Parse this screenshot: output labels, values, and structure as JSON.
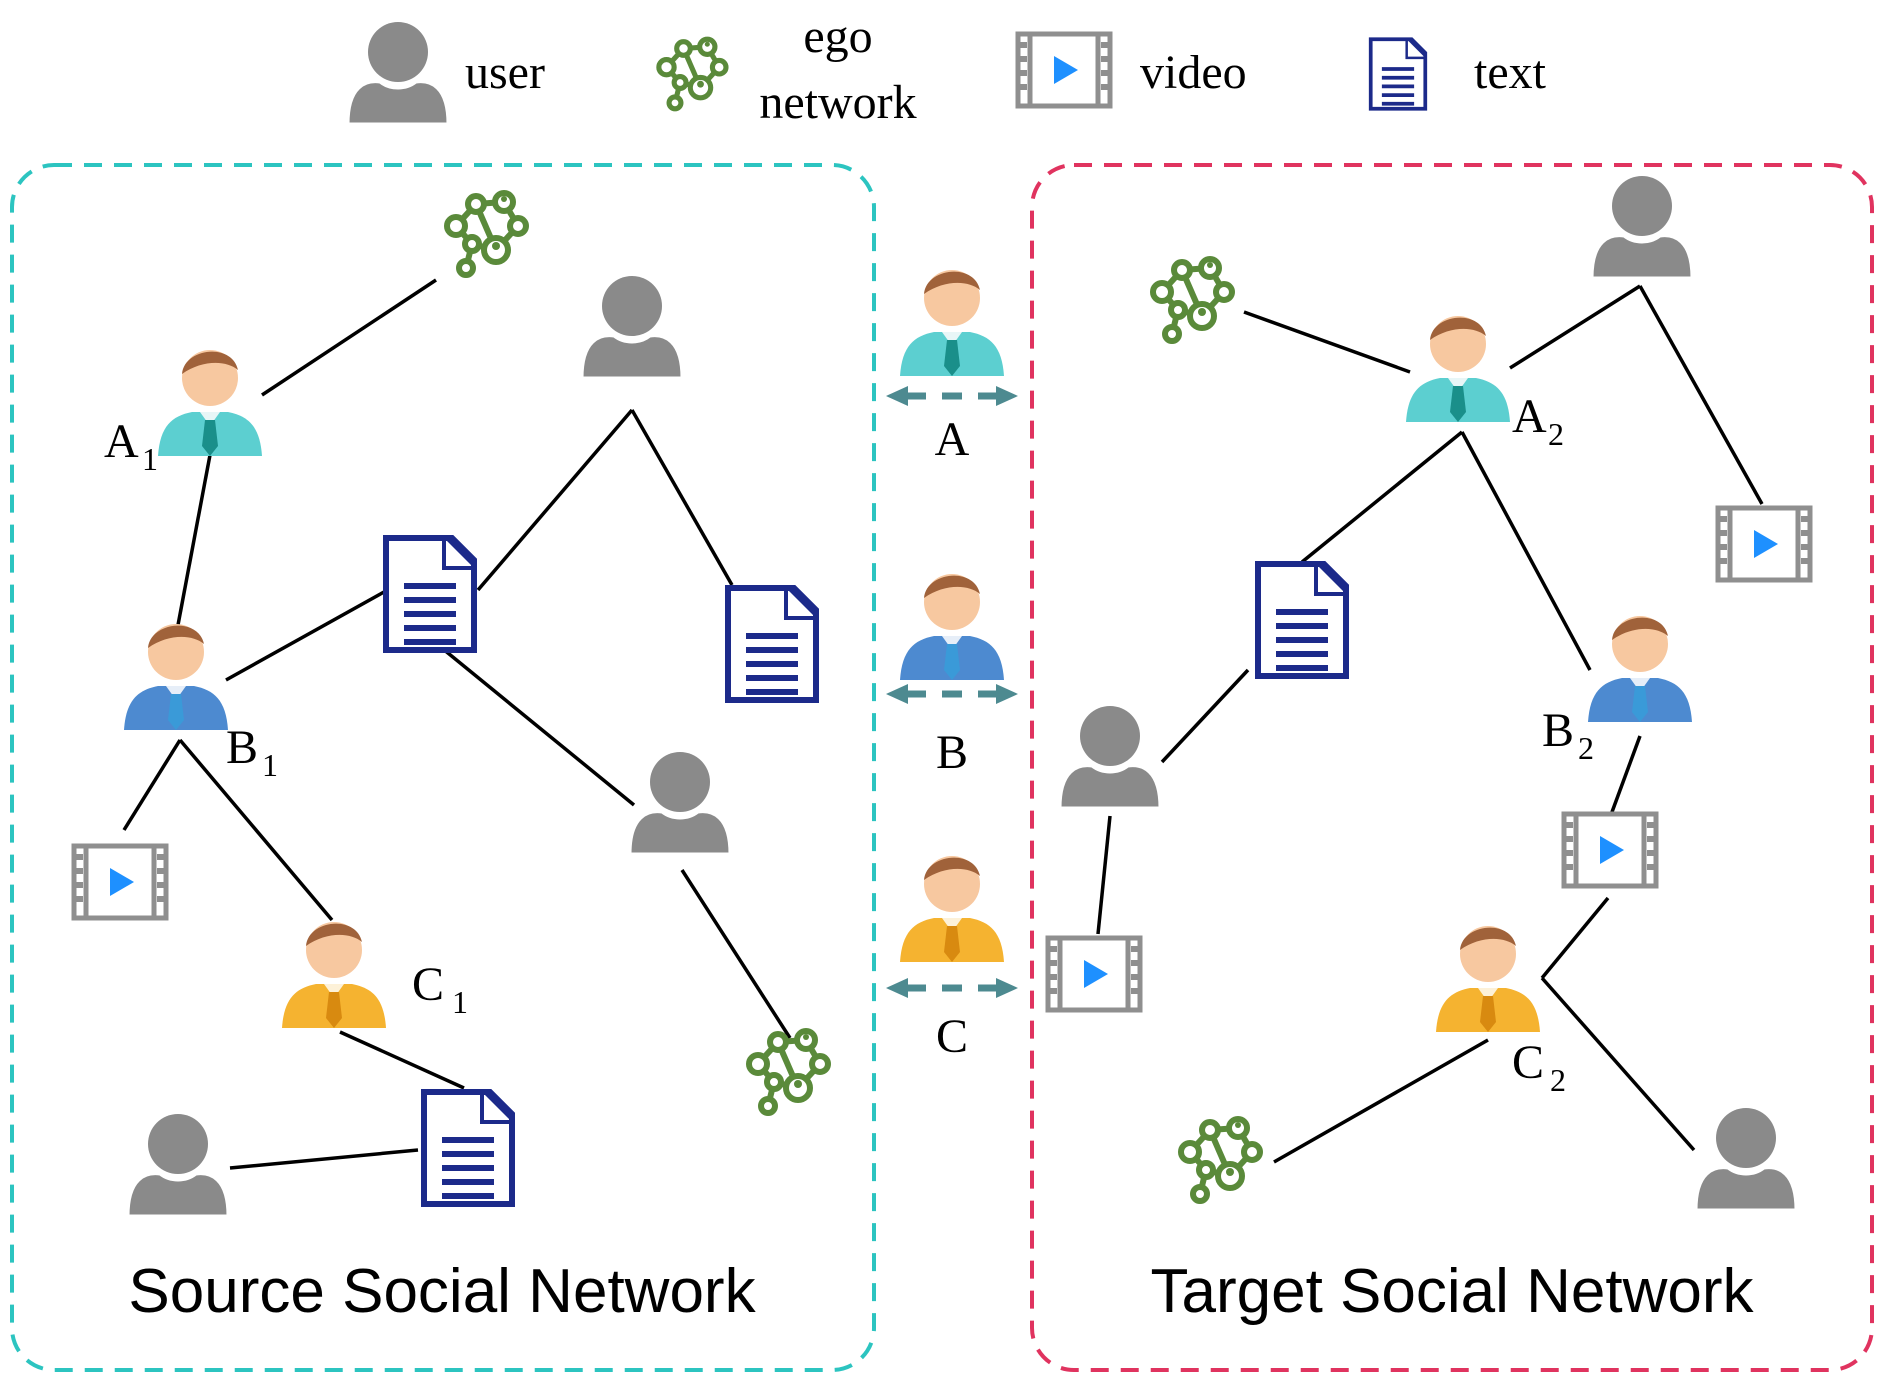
{
  "legend": {
    "user_label": "user",
    "ego_label_line1": "ego",
    "ego_label_line2": "network",
    "video_label": "video",
    "text_label": "text"
  },
  "source_panel": {
    "title": "Source Social Network",
    "border_color": "#2cc4c0",
    "labels": {
      "a": "A",
      "b": "B",
      "c": "C",
      "sub": "1"
    }
  },
  "target_panel": {
    "title": "Target Social Network",
    "border_color": "#e0335f",
    "labels": {
      "a": "A",
      "b": "B",
      "c": "C",
      "sub": "2"
    }
  },
  "anchors": [
    {
      "id": "A",
      "label": "A"
    },
    {
      "id": "B",
      "label": "B"
    },
    {
      "id": "C",
      "label": "C"
    }
  ],
  "colors": {
    "user_gray": "#8a8a8a",
    "ego_green": "#5a8a3a",
    "doc_blue": "#1c2a8a",
    "video_frame": "#8f8f8f",
    "video_play": "#1e90ff",
    "arrow": "#4d8a90",
    "person_teal": "#5ccfd0",
    "person_blue": "#4d8ad0",
    "person_orange": "#f5b330"
  },
  "icons": [
    "user-icon",
    "ego-network-icon",
    "video-icon",
    "text-doc-icon",
    "person-icon"
  ]
}
